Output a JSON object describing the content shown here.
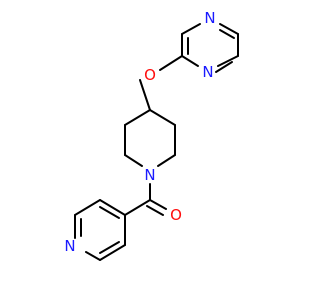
{
  "molecule": {
    "atoms": {
      "n_pyrazine_top": "N",
      "n_pyrazine_bottom": "N",
      "o_ether": "O",
      "n_piperidine": "N",
      "o_carbonyl": "O",
      "n_pyridine": "N"
    }
  },
  "colors": {
    "carbon_bond": "#000000",
    "nitrogen": "#1a1aff",
    "oxygen": "#ff0d0d",
    "background": "#ffffff"
  }
}
